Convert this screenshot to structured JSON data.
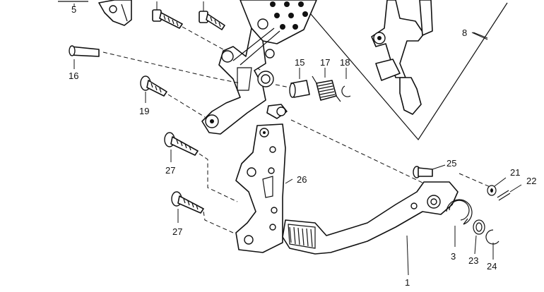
{
  "callouts": {
    "c1": "1",
    "c3": "3",
    "c5": "5",
    "c8": "8",
    "c15": "15",
    "c16": "16",
    "c17": "17",
    "c18": "18",
    "c19": "19",
    "c21": "21",
    "c22": "22",
    "c23": "23",
    "c24": "24",
    "c25": "25",
    "c26": "26",
    "c27a": "27",
    "c27b": "27"
  }
}
